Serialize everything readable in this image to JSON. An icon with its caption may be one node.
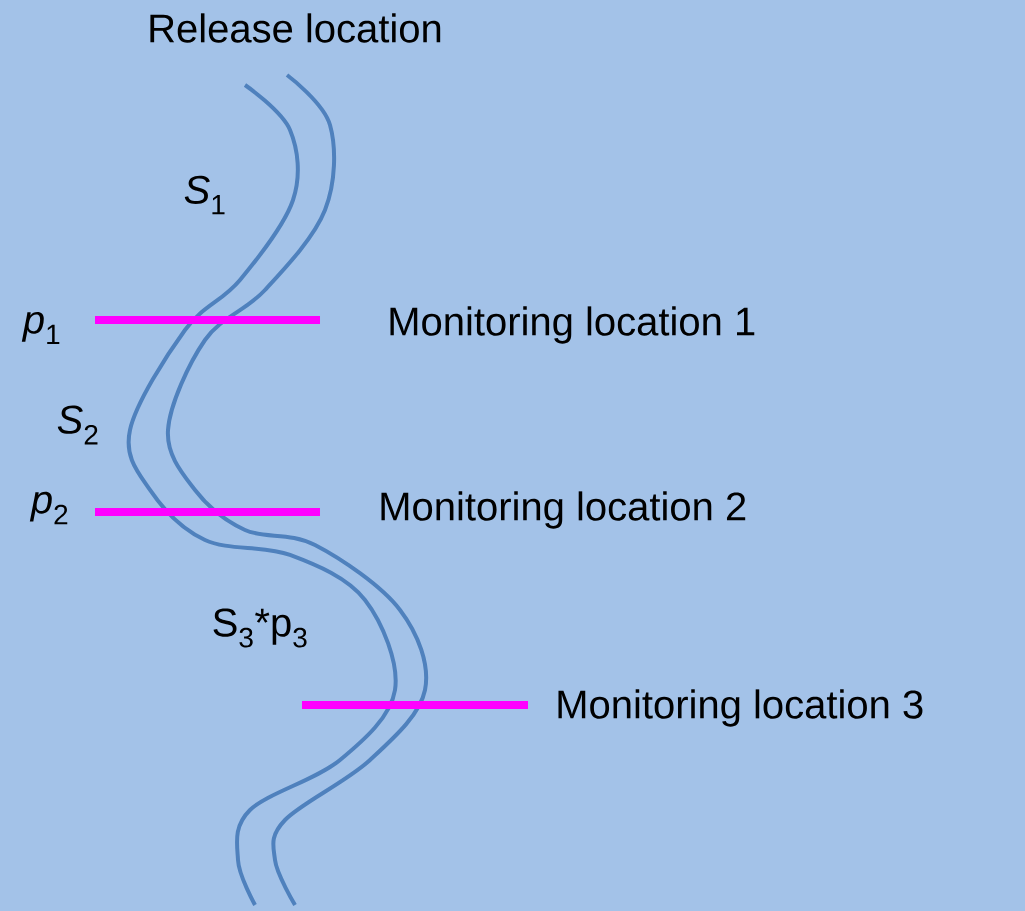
{
  "diagram": {
    "labels": [
      "Release location",
      "*S*$_{1}$",
      "*p*$_{1}$",
      "Monitoring location 1",
      "*S*$_{2}$",
      "*p*$_{2}$",
      "Monitoring location 2",
      "S$_{3}$*p$_{3}$",
      "Monitoring location 3"
    ]
  }
}
